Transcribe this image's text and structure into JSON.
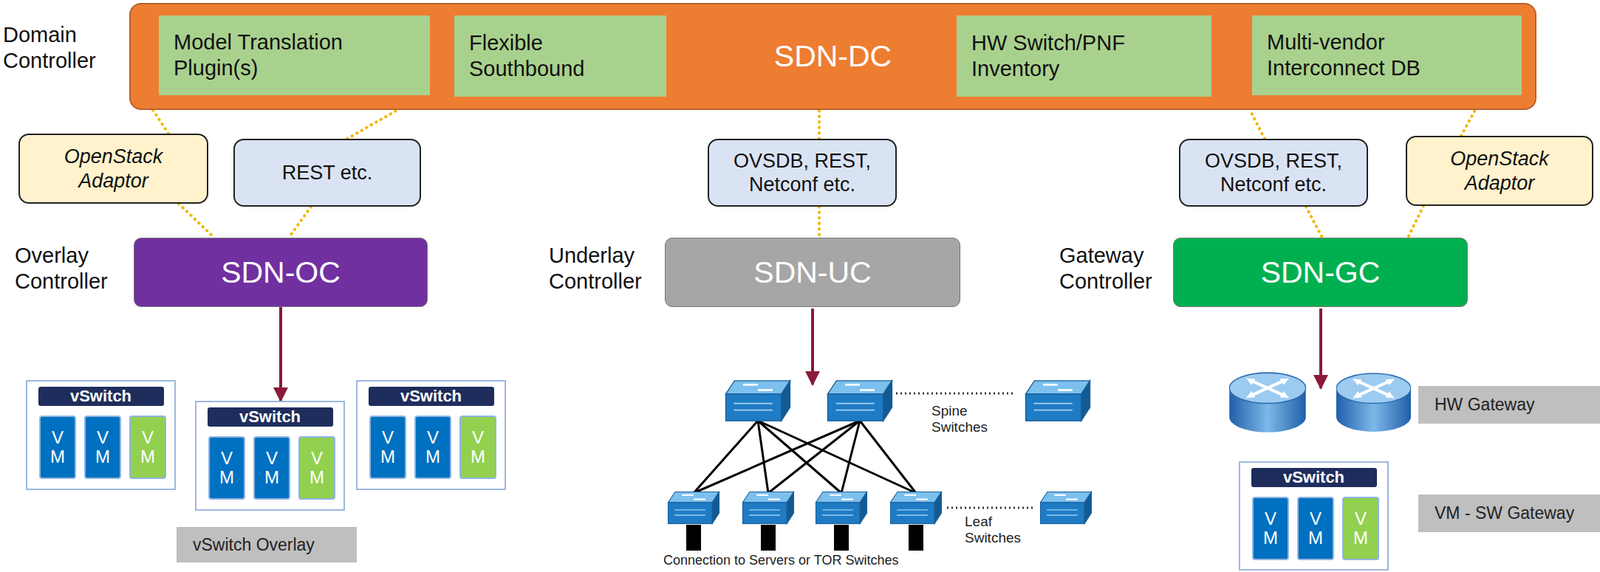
{
  "diagram": {
    "nodes": [
      {
        "text": [
          "Domain Controller",
          "SDN-DC"
        ]
      },
      {
        "text": [
          "Model Translation Plugin(s)"
        ],
        "in": 0
      },
      {
        "text": [
          "Flexible Southbound"
        ],
        "in": 0
      },
      {
        "text": [
          "HW Switch/PNF Inventory"
        ],
        "in": 0
      },
      {
        "text": [
          "Multi-vendor Interconnect DB"
        ],
        "in": 0
      },
      {
        "text": [
          "OpenStack Adaptor"
        ]
      },
      {
        "text": [
          "REST etc."
        ]
      },
      {
        "text": [
          "OVSDB, REST, Netconf etc."
        ]
      },
      {
        "text": [
          "OVSDB, REST, Netconf etc."
        ]
      },
      {
        "text": [
          "OpenStack Adaptor"
        ]
      },
      {
        "text": [
          "Overlay Controller",
          "SDN-OC"
        ]
      },
      {
        "text": [
          "Underlay Controller",
          "SDN-UC"
        ]
      },
      {
        "text": [
          "Gateway Controller",
          "SDN-GC"
        ]
      },
      {
        "text": [
          "vSwitch"
        ]
      },
      {
        "text": [
          "V M"
        ],
        "in": 13
      },
      {
        "text": [
          "V M"
        ],
        "in": 13
      },
      {
        "text": [
          "V M"
        ],
        "in": 13
      },
      {
        "text": [
          "vSwitch"
        ]
      },
      {
        "text": [
          "V M"
        ],
        "in": 17
      },
      {
        "text": [
          "V M"
        ],
        "in": 17
      },
      {
        "text": [
          "V M"
        ],
        "in": 17
      },
      {
        "text": [
          "vSwitch"
        ]
      },
      {
        "text": [
          "V M"
        ],
        "in": 21
      },
      {
        "text": [
          "V M"
        ],
        "in": 21
      },
      {
        "text": [
          "V M"
        ],
        "in": 21
      },
      {
        "text": [
          "vSwitch Overlay"
        ]
      },
      {
        "text": [
          "HW Gateway"
        ]
      },
      {
        "text": [
          "vSwitch"
        ]
      },
      {
        "text": [
          "V M"
        ],
        "in": 27
      },
      {
        "text": [
          "V M"
        ],
        "in": 27
      },
      {
        "text": [
          "V M"
        ],
        "in": 27
      },
      {
        "text": [
          "VM - SW Gateway"
        ]
      }
    ],
    "edges": [
      {
        "from": 5,
        "to": 0,
        "arrow": "none"
      },
      {
        "from": 5,
        "to": 10,
        "arrow": "none"
      },
      {
        "from": 6,
        "to": 0,
        "arrow": "none"
      },
      {
        "from": 6,
        "to": 10,
        "arrow": "none"
      },
      {
        "from": 7,
        "to": 0,
        "arrow": "none"
      },
      {
        "from": 7,
        "to": 11,
        "arrow": "none"
      },
      {
        "from": 8,
        "to": 0,
        "arrow": "none"
      },
      {
        "from": 8,
        "to": 12,
        "arrow": "none"
      },
      {
        "from": 9,
        "to": 0,
        "arrow": "none"
      },
      {
        "from": 9,
        "to": 12,
        "arrow": "none"
      },
      {
        "from": 10,
        "to": 17,
        "arrow": "to"
      }
    ],
    "labels": [
      "Spine Switches",
      "Leaf Switches",
      "Connection to Servers or TOR Switches"
    ]
  }
}
